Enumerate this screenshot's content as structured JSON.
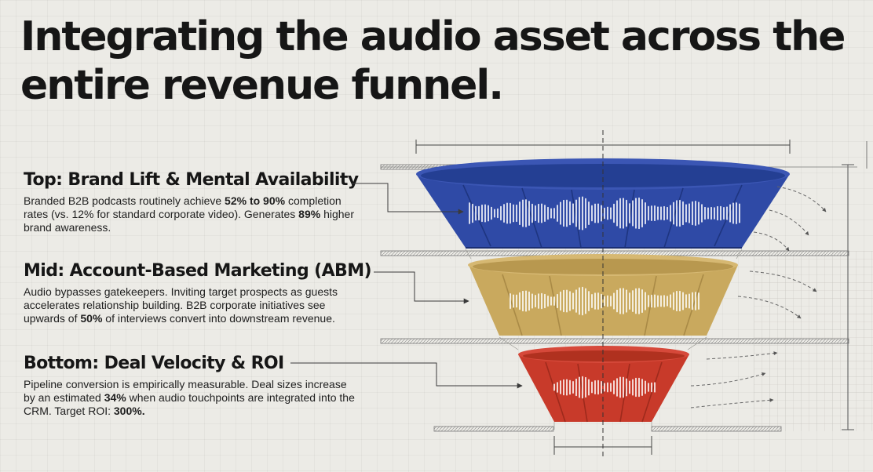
{
  "title": "Integrating the audio asset across the entire revenue funnel.",
  "colors": {
    "top": "#2f4aa6",
    "mid": "#c9a95e",
    "bottom": "#c83a2a",
    "text": "#161616",
    "background": "#ecebe6"
  },
  "stages": [
    {
      "heading": "Top: Brand Lift & Mental Availability",
      "body": [
        {
          "t": "Branded B2B podcasts routinely achieve "
        },
        {
          "t": "52% to 90%",
          "b": true
        },
        {
          "t": " completion rates (vs. 12% for standard corporate video). Generates "
        },
        {
          "t": "89%",
          "b": true
        },
        {
          "t": " higher brand awareness."
        }
      ]
    },
    {
      "heading": "Mid: Account-Based Marketing (ABM)",
      "body": [
        {
          "t": "Audio bypasses gatekeepers. Inviting target prospects as guests accelerates relationship building. B2B corporate initiatives see upwards of "
        },
        {
          "t": "50%",
          "b": true
        },
        {
          "t": " of interviews convert into downstream revenue."
        }
      ]
    },
    {
      "heading": "Bottom: Deal Velocity & ROI",
      "body": [
        {
          "t": "Pipeline conversion is empirically measurable. Deal sizes increase by an estimated "
        },
        {
          "t": "34%",
          "b": true
        },
        {
          "t": " when audio touchpoints are integrated into the CRM. Target ROI: "
        },
        {
          "t": "300%.",
          "b": true
        }
      ]
    }
  ]
}
